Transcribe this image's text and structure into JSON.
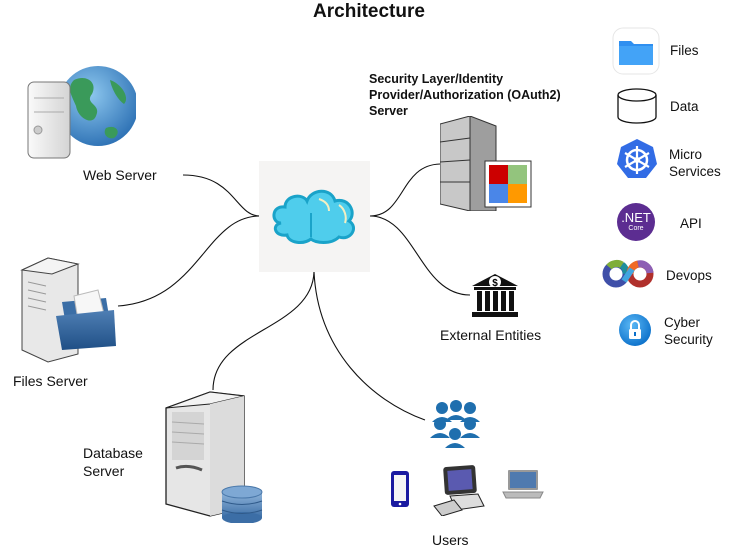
{
  "title": "Architecture",
  "nodes": {
    "cloud": {
      "label": ""
    },
    "web_server": {
      "label": "Web Server"
    },
    "files_server": {
      "label": "Files Server"
    },
    "database_server": {
      "label_line1": "Database",
      "label_line2": "Server"
    },
    "security": {
      "label_line1": "Security Layer/Identity",
      "label_line2": "Provider/Authorization (OAuth2)",
      "label_line3": "Server"
    },
    "external": {
      "label": "External Entities"
    },
    "users": {
      "label": "Users"
    }
  },
  "legend": [
    {
      "icon": "folder-icon",
      "label": "Files"
    },
    {
      "icon": "database-cylinder-icon",
      "label": "Data"
    },
    {
      "icon": "kubernetes-icon",
      "label_line1": "Micro",
      "label_line2": "Services"
    },
    {
      "icon": "dotnet-core-icon",
      "label": "API",
      "icon_text1": ".NET",
      "icon_text2": "Core"
    },
    {
      "icon": "devops-infinity-icon",
      "label": "Devops"
    },
    {
      "icon": "lock-globe-icon",
      "label_line1": "Cyber",
      "label_line2": "Security"
    }
  ],
  "colors": {
    "cloud": "#4fcdec",
    "cloud_outline": "#1aa3c9",
    "kubernetes": "#326ce5",
    "dotnet": "#5c2d91",
    "folder": "#2f8ff0"
  }
}
